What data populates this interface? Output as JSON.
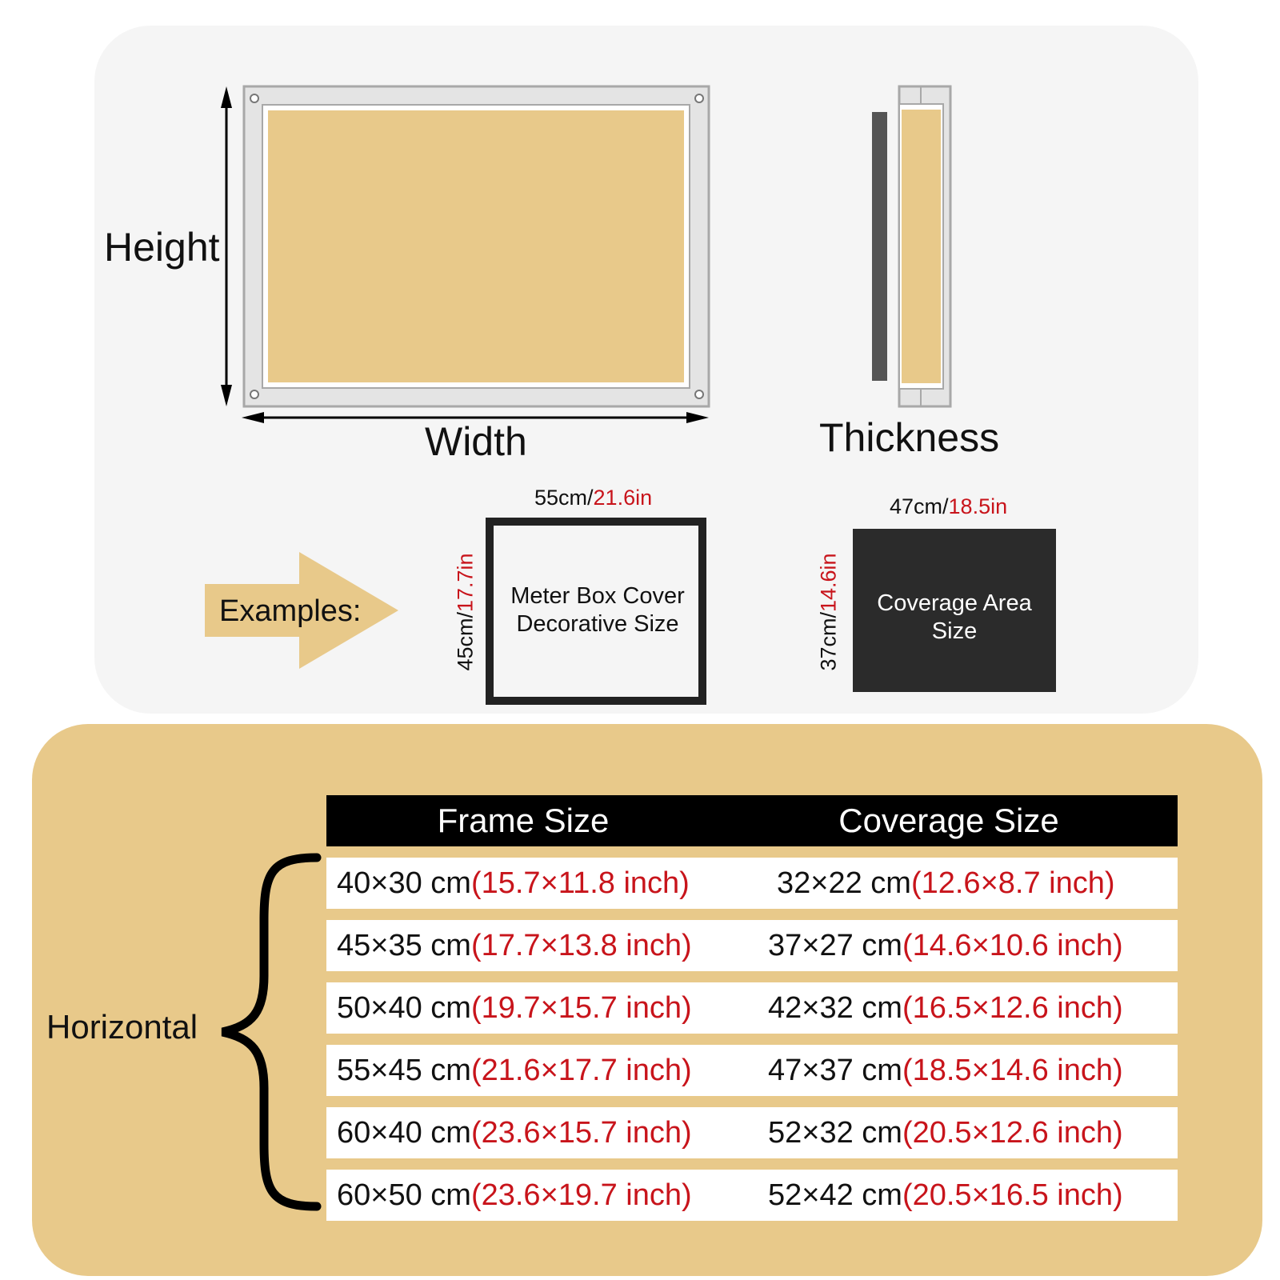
{
  "diagram": {
    "height_label": "Height",
    "width_label": "Width",
    "thickness_label": "Thickness",
    "examples_label": "Examples:",
    "example_frame": {
      "width_cm": "55cm/",
      "width_in": "21.6in",
      "height_cm": "45cm/",
      "height_in": "17.7in",
      "text_line1": "Meter Box Cover",
      "text_line2": "Decorative Size"
    },
    "example_coverage": {
      "width_cm": "47cm/",
      "width_in": "18.5in",
      "height_cm": "37cm/",
      "height_in": "14.6in",
      "text_line1": "Coverage Area",
      "text_line2": "Size"
    }
  },
  "colors": {
    "frame_fill": "#e8c98a",
    "accent_red": "#c8141b",
    "coverage_box": "#2b2b2b"
  },
  "table": {
    "group_label": "Horizontal",
    "headers": [
      "Frame Size",
      "Coverage Size"
    ],
    "rows": [
      {
        "frame_cm": "40×30 cm",
        "frame_in": "(15.7×11.8 inch)",
        "cov_cm": "32×22 cm",
        "cov_in": "(12.6×8.7 inch)"
      },
      {
        "frame_cm": "45×35 cm",
        "frame_in": "(17.7×13.8 inch)",
        "cov_cm": "37×27 cm",
        "cov_in": "(14.6×10.6 inch)"
      },
      {
        "frame_cm": "50×40 cm",
        "frame_in": "(19.7×15.7 inch)",
        "cov_cm": "42×32 cm",
        "cov_in": "(16.5×12.6 inch)"
      },
      {
        "frame_cm": "55×45 cm",
        "frame_in": "(21.6×17.7 inch)",
        "cov_cm": "47×37 cm",
        "cov_in": "(18.5×14.6 inch)"
      },
      {
        "frame_cm": "60×40 cm",
        "frame_in": "(23.6×15.7 inch)",
        "cov_cm": "52×32 cm",
        "cov_in": "(20.5×12.6 inch)"
      },
      {
        "frame_cm": "60×50 cm",
        "frame_in": "(23.6×19.7 inch)",
        "cov_cm": "52×42 cm",
        "cov_in": "(20.5×16.5 inch)"
      }
    ]
  }
}
